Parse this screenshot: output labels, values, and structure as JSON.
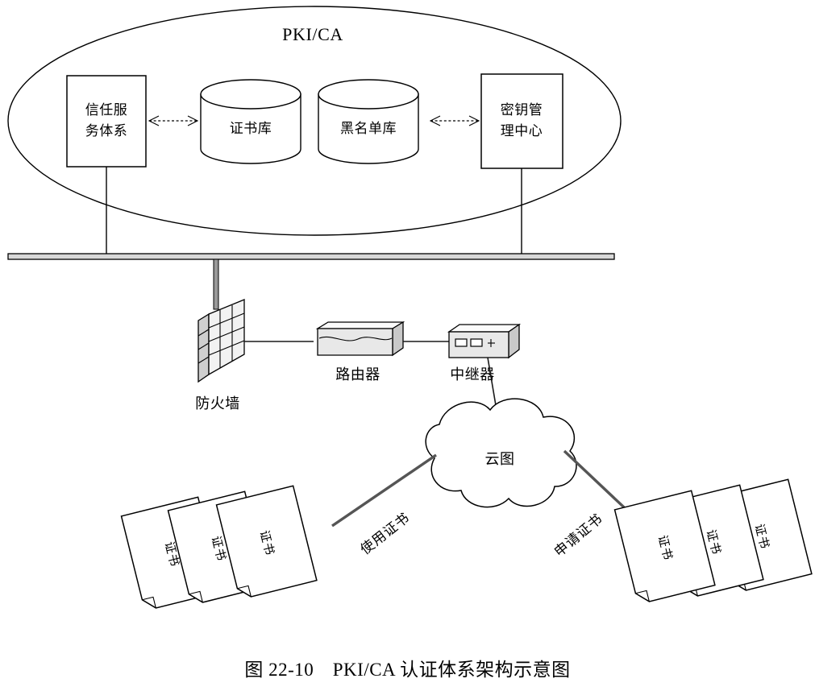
{
  "figure": {
    "caption": "图 22-10　PKI/CA 认证体系架构示意图",
    "caption_number": "图 22-10",
    "caption_title": "PKI/CA 认证体系架构示意图"
  },
  "pki_zone": {
    "title": "PKI/CA",
    "nodes": [
      {
        "id": "trust-service-system",
        "label": "信任服",
        "label2": "务体系",
        "full": "信任服务体系",
        "shape": "rectangle"
      },
      {
        "id": "certificate-repository",
        "label": "证书库",
        "full": "证书库",
        "shape": "cylinder"
      },
      {
        "id": "blacklist-repository",
        "label": "黑名单库",
        "full": "黑名单库",
        "shape": "cylinder"
      },
      {
        "id": "key-management-center",
        "label": "密钥管",
        "label2": "理中心",
        "full": "密钥管理中心",
        "shape": "rectangle"
      }
    ]
  },
  "network": {
    "devices": [
      {
        "id": "firewall",
        "label": "防火墙"
      },
      {
        "id": "router",
        "label": "路由器"
      },
      {
        "id": "repeater",
        "label": "中继器"
      },
      {
        "id": "cloud",
        "label": "云图"
      }
    ]
  },
  "flows": [
    {
      "id": "use-certificate",
      "label": "使用证书"
    },
    {
      "id": "apply-certificate",
      "label": "申请证书"
    }
  ],
  "documents": {
    "label": "证书",
    "left_stack_count": 3,
    "right_stack_count": 3
  },
  "colors": {
    "stroke": "#000000",
    "background": "#ffffff",
    "bus_fill": "#d8d8d8",
    "device_shade": "#e8e8e8"
  }
}
